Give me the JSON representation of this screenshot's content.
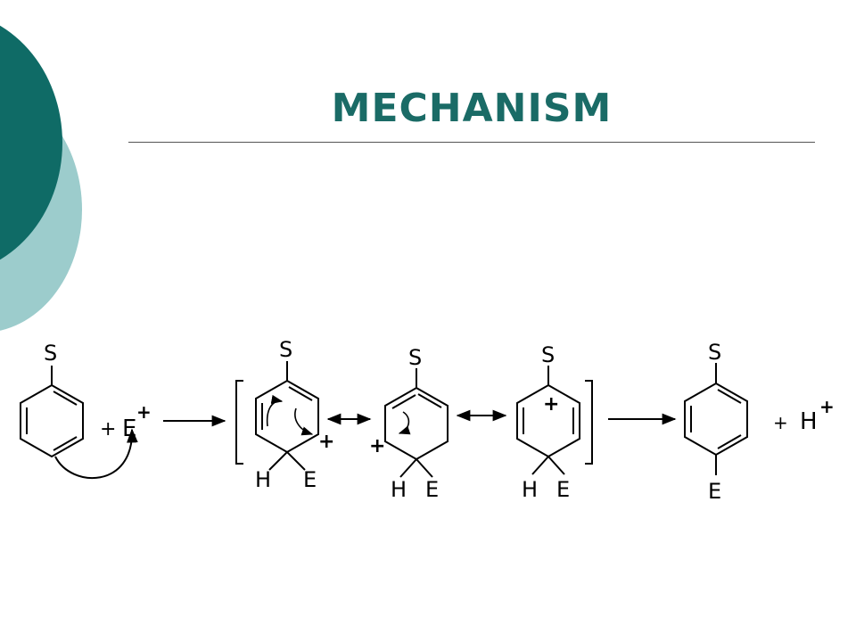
{
  "slide": {
    "title": "MECHANISM",
    "colors": {
      "title": "#1a6b66",
      "dark_circle": "#0f6b66",
      "light_circle": "#9ccccc",
      "rule": "#555555"
    }
  },
  "scheme": {
    "reactant": {
      "substituent": "S",
      "plus": "+",
      "electrophile": "E",
      "charge": "+"
    },
    "intermediate_1": {
      "substituent": "S",
      "h": "H",
      "e": "E",
      "charge": "+"
    },
    "intermediate_2": {
      "substituent": "S",
      "h": "H",
      "e": "E",
      "charge": "+"
    },
    "intermediate_3": {
      "substituent": "S",
      "h": "H",
      "e": "E",
      "charge": "+"
    },
    "product": {
      "substituent": "S",
      "e": "E",
      "plus": "+",
      "proton": "H",
      "charge": "+"
    }
  }
}
